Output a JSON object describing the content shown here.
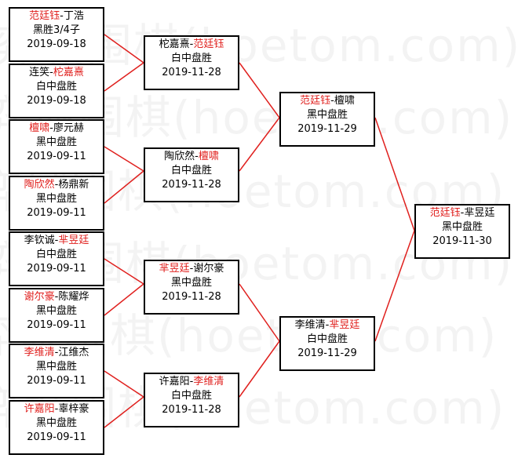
{
  "watermark": "弈城围棋(hoetom.com)",
  "line_color": "#e0201e",
  "winner_color": "#e0201e",
  "matches": {
    "r1m1": {
      "p1": "范廷钰",
      "p2": "丁浩",
      "winner": 1,
      "result": "黑胜3/4子",
      "date": "2019-09-18"
    },
    "r1m2": {
      "p1": "连笑",
      "p2": "柁嘉熹",
      "winner": 2,
      "result": "白中盘胜",
      "date": "2019-09-18"
    },
    "r1m3": {
      "p1": "檀啸",
      "p2": "廖元赫",
      "winner": 1,
      "result": "黑中盘胜",
      "date": "2019-09-11"
    },
    "r1m4": {
      "p1": "陶欣然",
      "p2": "杨鼎新",
      "winner": 1,
      "result": "黑中盘胜",
      "date": "2019-09-11"
    },
    "r1m5": {
      "p1": "李钦诚",
      "p2": "芈昱廷",
      "winner": 2,
      "result": "白中盘胜",
      "date": "2019-09-11"
    },
    "r1m6": {
      "p1": "谢尔豪",
      "p2": "陈耀烨",
      "winner": 1,
      "result": "黑中盘胜",
      "date": "2019-09-11"
    },
    "r1m7": {
      "p1": "李维清",
      "p2": "江维杰",
      "winner": 1,
      "result": "黑中盘胜",
      "date": "2019-09-11"
    },
    "r1m8": {
      "p1": "许嘉阳",
      "p2": "辜梓豪",
      "winner": 1,
      "result": "黑中盘胜",
      "date": "2019-09-11"
    },
    "r2m1": {
      "p1": "柁嘉熹",
      "p2": "范廷钰",
      "winner": 2,
      "result": "白中盘胜",
      "date": "2019-11-28"
    },
    "r2m2": {
      "p1": "陶欣然",
      "p2": "檀啸",
      "winner": 2,
      "result": "白中盘胜",
      "date": "2019-11-28"
    },
    "r2m3": {
      "p1": "芈昱廷",
      "p2": "谢尔豪",
      "winner": 1,
      "result": "黑中盘胜",
      "date": "2019-11-28"
    },
    "r2m4": {
      "p1": "许嘉阳",
      "p2": "李维清",
      "winner": 2,
      "result": "白中盘胜",
      "date": "2019-11-28"
    },
    "r3m1": {
      "p1": "范廷钰",
      "p2": "檀啸",
      "winner": 1,
      "result": "黑中盘胜",
      "date": "2019-11-29"
    },
    "r3m2": {
      "p1": "李维清",
      "p2": "芈昱廷",
      "winner": 2,
      "result": "白中盘胜",
      "date": "2019-11-29"
    },
    "final": {
      "p1": "范廷钰",
      "p2": "芈昱廷",
      "winner": 1,
      "result": "黑中盘胜",
      "date": "2019-11-30"
    }
  }
}
